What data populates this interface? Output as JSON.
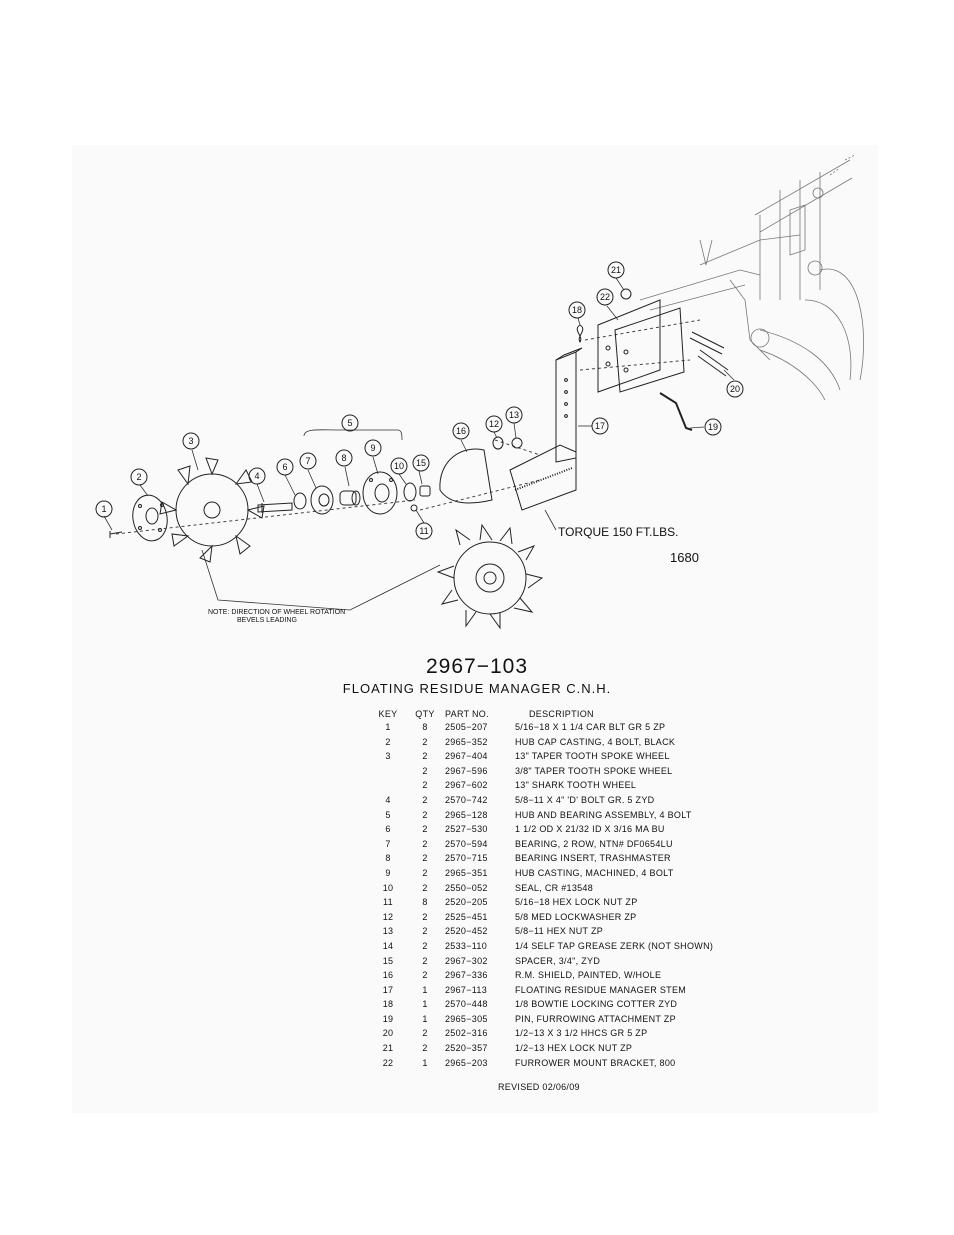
{
  "drawing": {
    "callouts": [
      "1",
      "2",
      "3",
      "4",
      "5",
      "6",
      "7",
      "8",
      "9",
      "10",
      "11",
      "12",
      "13",
      "15",
      "16",
      "17",
      "18",
      "19",
      "20",
      "21",
      "22"
    ],
    "torque_note": "TORQUE 150 FT.LBS.",
    "model_label": "1680",
    "rotation_note_line1": "NOTE: DIRECTION OF WHEEL ROTATION",
    "rotation_note_line2": "BEVELS LEADING"
  },
  "title": {
    "number": "2967−103",
    "name": "FLOATING RESIDUE MANAGER C.N.H."
  },
  "table": {
    "headers": {
      "key": "KEY",
      "qty": "QTY",
      "part": "PART NO.",
      "desc": "DESCRIPTION"
    },
    "rows": [
      {
        "key": "1",
        "qty": "8",
        "part": "2505−207",
        "desc": "5/16−18 X 1 1/4 CAR BLT GR 5 ZP"
      },
      {
        "key": "2",
        "qty": "2",
        "part": "2965−352",
        "desc": "HUB CAP CASTING, 4 BOLT, BLACK"
      },
      {
        "key": "3",
        "qty": "2",
        "part": "2967−404",
        "desc": "13\" TAPER TOOTH SPOKE WHEEL"
      },
      {
        "key": "",
        "qty": "2",
        "part": "2967−596",
        "desc": "3/8\" TAPER TOOTH SPOKE WHEEL"
      },
      {
        "key": "",
        "qty": "2",
        "part": "2967−602",
        "desc": "13\" SHARK TOOTH WHEEL"
      },
      {
        "key": "4",
        "qty": "2",
        "part": "2570−742",
        "desc": "5/8−11 X 4\" 'D' BOLT GR. 5 ZYD"
      },
      {
        "key": "5",
        "qty": "2",
        "part": "2965−128",
        "desc": "HUB AND BEARING ASSEMBLY, 4 BOLT"
      },
      {
        "key": "6",
        "qty": "2",
        "part": "2527−530",
        "desc": "1 1/2 OD X 21/32 ID X 3/16 MA BU"
      },
      {
        "key": "7",
        "qty": "2",
        "part": "2570−594",
        "desc": "BEARING, 2 ROW, NTN# DF0654LU"
      },
      {
        "key": "8",
        "qty": "2",
        "part": "2570−715",
        "desc": "BEARING INSERT, TRASHMASTER"
      },
      {
        "key": "9",
        "qty": "2",
        "part": "2965−351",
        "desc": "HUB CASTING, MACHINED, 4 BOLT"
      },
      {
        "key": "10",
        "qty": "2",
        "part": "2550−052",
        "desc": "SEAL, CR #13548"
      },
      {
        "key": "11",
        "qty": "8",
        "part": "2520−205",
        "desc": "5/16−18 HEX LOCK NUT ZP"
      },
      {
        "key": "12",
        "qty": "2",
        "part": "2525−451",
        "desc": "5/8 MED LOCKWASHER ZP"
      },
      {
        "key": "13",
        "qty": "2",
        "part": "2520−452",
        "desc": "5/8−11 HEX NUT ZP"
      },
      {
        "key": "14",
        "qty": "2",
        "part": "2533−110",
        "desc": "1/4 SELF TAP GREASE ZERK (NOT SHOWN)"
      },
      {
        "key": "15",
        "qty": "2",
        "part": "2967−302",
        "desc": "SPACER, 3/4\", ZYD"
      },
      {
        "key": "16",
        "qty": "2",
        "part": "2967−336",
        "desc": "R.M. SHIELD, PAINTED, W/HOLE"
      },
      {
        "key": "17",
        "qty": "1",
        "part": "2967−113",
        "desc": "FLOATING RESIDUE MANAGER STEM"
      },
      {
        "key": "18",
        "qty": "1",
        "part": "2570−448",
        "desc": "1/8 BOWTIE LOCKING COTTER ZYD"
      },
      {
        "key": "19",
        "qty": "1",
        "part": "2965−305",
        "desc": "PIN, FURROWING ATTACHMENT ZP"
      },
      {
        "key": "20",
        "qty": "2",
        "part": "2502−316",
        "desc": "1/2−13 X 3 1/2 HHCS GR 5 ZP"
      },
      {
        "key": "21",
        "qty": "2",
        "part": "2520−357",
        "desc": "1/2−13 HEX LOCK NUT ZP"
      },
      {
        "key": "22",
        "qty": "1",
        "part": "2965−203",
        "desc": "FURROWER MOUNT BRACKET, 800"
      }
    ]
  },
  "revised": "REVISED 02/06/09"
}
